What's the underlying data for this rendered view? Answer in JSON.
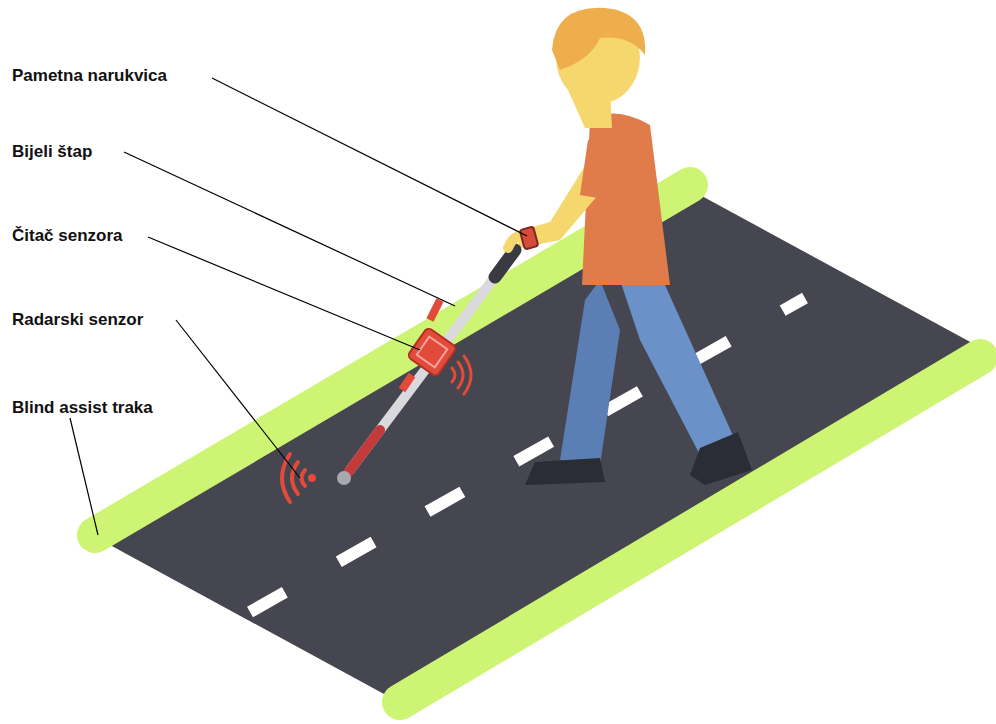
{
  "diagram": {
    "labels": [
      "Pametna narukvica",
      "Bijeli štap",
      "Čitač senzora",
      "Radarski senzor",
      "Blind assist traka"
    ]
  }
}
